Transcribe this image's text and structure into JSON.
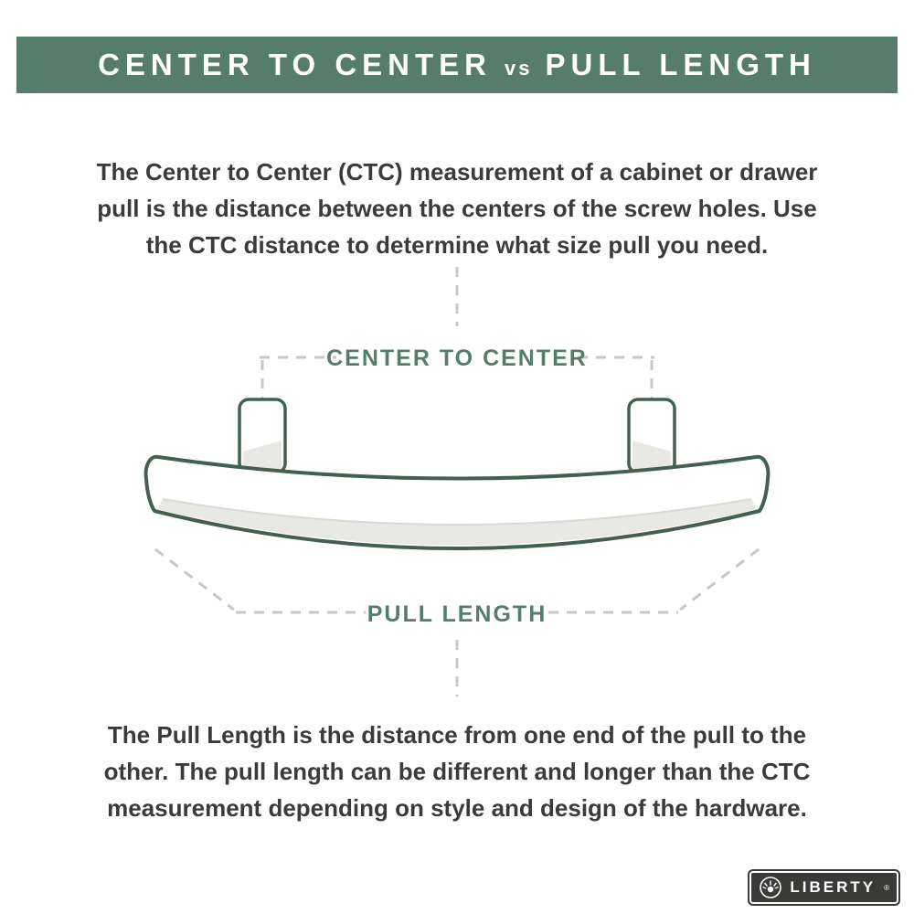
{
  "banner": {
    "title_left": "CENTER TO CENTER",
    "title_vs": "vs",
    "title_right": "PULL LENGTH",
    "bg_color": "#567d6b",
    "text_color": "#ffffff"
  },
  "intro": {
    "line1": "The Center to Center (CTC) measurement of a cabinet or drawer",
    "line2": "pull is the distance between the centers of the screw holes. Use",
    "line3": "the CTC distance to determine what size pull you need."
  },
  "diagram": {
    "ctc_label": "CENTER TO CENTER",
    "pull_label": "PULL LENGTH",
    "accent_color": "#567d6b",
    "outline_color": "#41604f",
    "dash_color": "#c7c7c4",
    "shading_color": "#e8e8e5"
  },
  "outro": {
    "line1": "The Pull Length is the distance from one end of the pull to the",
    "line2": "other. The pull length can be different and longer than the CTC",
    "line3": "measurement depending on style and design of the hardware."
  },
  "logo": {
    "text": "LIBERTY",
    "registered": "®"
  }
}
